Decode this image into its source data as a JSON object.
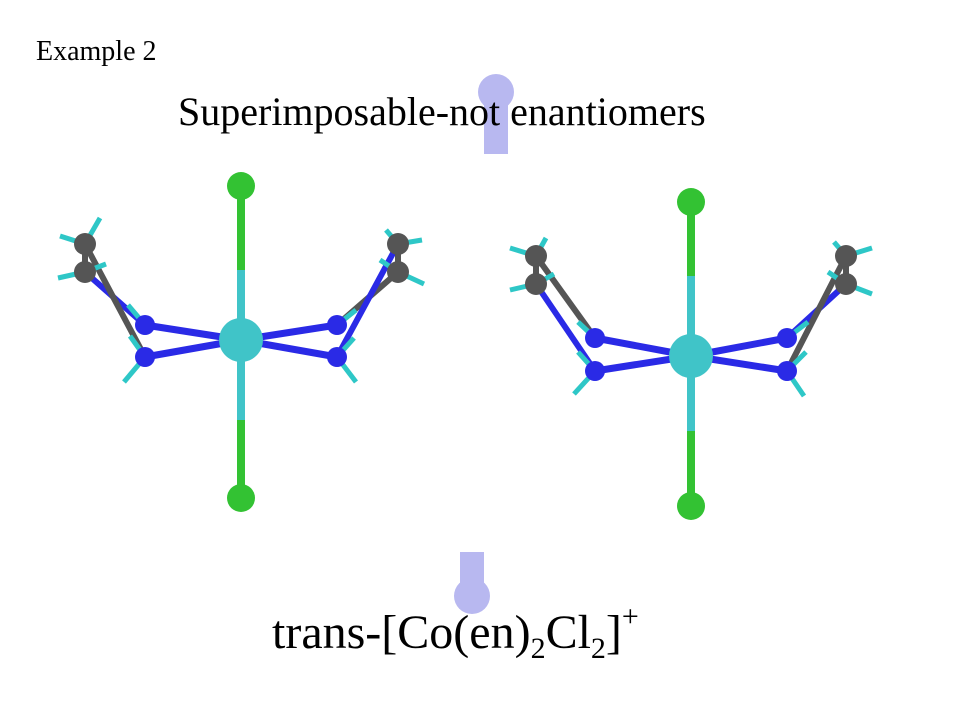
{
  "example_label": "Example 2",
  "title": "Superimposable-not enantiomers",
  "formula": {
    "prefix": "trans-[Co(en)",
    "sub1": "2",
    "mid": "Cl",
    "sub2": "2",
    "close": "]",
    "charge": "+"
  },
  "colors": {
    "cobalt": "#40c4c8",
    "chlorine": "#33c233",
    "nitrogen": "#2a2ae6",
    "carbon": "#555555",
    "hydrogen": "#2ec7c7",
    "mirror": "#b8b8f0"
  },
  "icons": {
    "mirror_top": "mirror-plane-marker-icon",
    "mirror_bottom": "mirror-plane-marker-icon"
  }
}
